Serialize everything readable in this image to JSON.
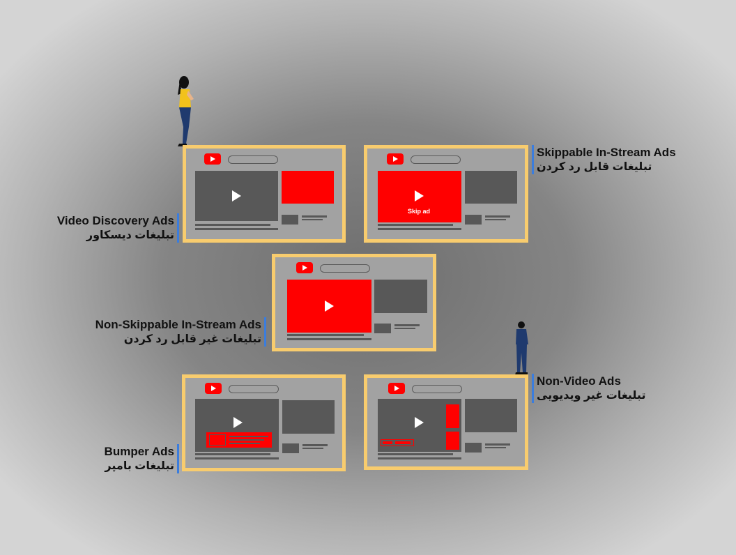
{
  "ads": [
    {
      "key": "discovery",
      "en": "Video Discovery Ads",
      "fa": "تبلیغات دیسکاور"
    },
    {
      "key": "skippable",
      "en": "Skippable In-Stream Ads",
      "fa": "تبلیغات قابل رد کردن",
      "skip_label": "Skip ad"
    },
    {
      "key": "nonskippable",
      "en": "Non-Skippable In-Stream Ads",
      "fa": "تبلیغات غیر قابل رد کردن"
    },
    {
      "key": "bumper",
      "en": "Bumper Ads",
      "fa": "تبلیغات بامپر"
    },
    {
      "key": "nonvideo",
      "en": "Non-Video Ads",
      "fa": "تبلیغات غیر ویدیویی"
    }
  ],
  "icons": [
    "youtube-logo-icon",
    "play-icon",
    "person-woman-icon",
    "person-man-icon"
  ],
  "colors": {
    "frame": "#f8cc6e",
    "screen": "#a2a2a2",
    "dark": "#585858",
    "ad_red": "#ff0000",
    "accent_bar": "#3b7ddd"
  }
}
